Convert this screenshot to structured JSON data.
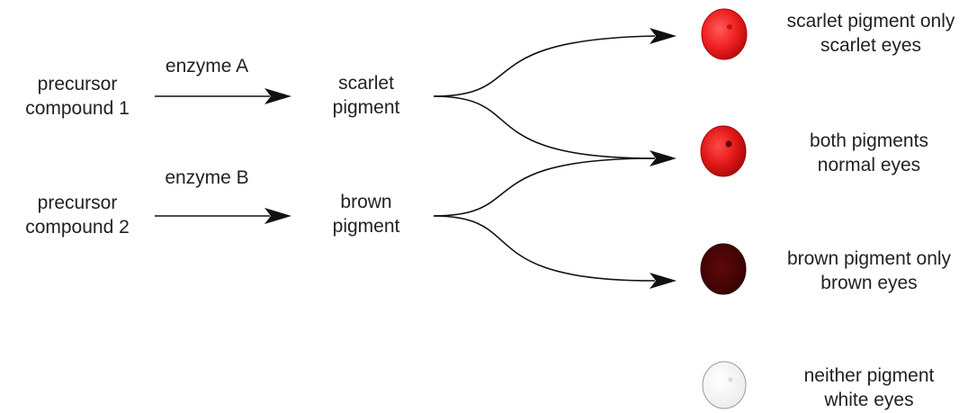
{
  "precursors": [
    {
      "line1": "precursor",
      "line2": "compound 1"
    },
    {
      "line1": "precursor",
      "line2": "compound 2"
    }
  ],
  "enzymes": [
    {
      "label": "enzyme A"
    },
    {
      "label": "enzyme B"
    }
  ],
  "pigments": [
    {
      "line1": "scarlet",
      "line2": "pigment"
    },
    {
      "line1": "brown",
      "line2": "pigment"
    }
  ],
  "outcomes": [
    {
      "line1": "scarlet pigment only",
      "line2": "scarlet eyes",
      "eye_color": "#e41b1b"
    },
    {
      "line1": "both pigments",
      "line2": "normal eyes",
      "eye_color": "#e01a1a"
    },
    {
      "line1": "brown pigment only",
      "line2": "brown eyes",
      "eye_color": "#4a0404"
    },
    {
      "line1": "neither pigment",
      "line2": "white eyes",
      "eye_color": "#ffffff"
    }
  ]
}
